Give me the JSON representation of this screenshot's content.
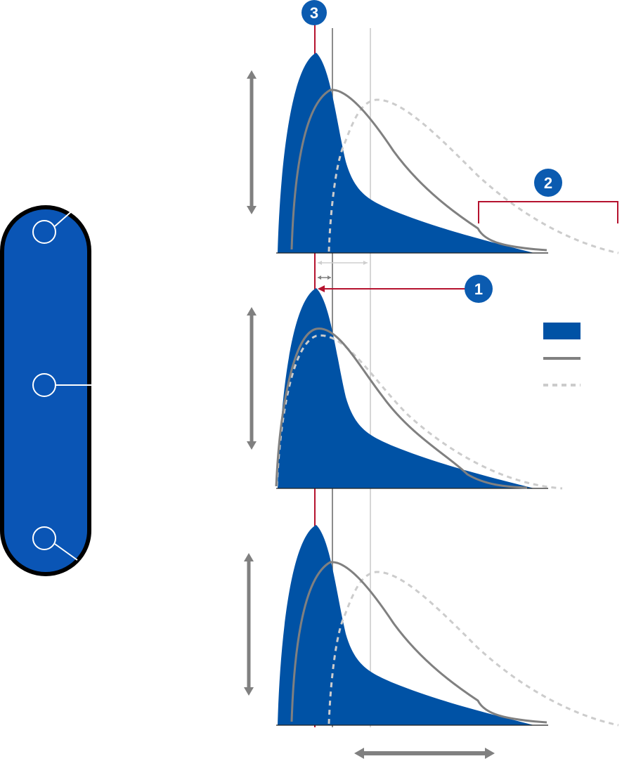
{
  "colors": {
    "blue_fill": "#0052a5",
    "gray_line": "#808080",
    "light_dashed": "#cccccc",
    "red_marker": "#b5122e",
    "marker_circle": "#0b5bb0",
    "pill_edge": "#000000"
  },
  "markers": [
    {
      "label": "1"
    },
    {
      "label": "2"
    },
    {
      "label": "3"
    }
  ],
  "legend": {
    "entries": [
      {
        "symbol": "filled-area",
        "color": "#0052a5"
      },
      {
        "symbol": "solid-line",
        "color": "#808080"
      },
      {
        "symbol": "dashed-line",
        "color": "#cccccc"
      }
    ]
  },
  "pill": {
    "sensor_points": 3
  },
  "panels": [
    {
      "id": "top"
    },
    {
      "id": "middle"
    },
    {
      "id": "bottom"
    }
  ]
}
